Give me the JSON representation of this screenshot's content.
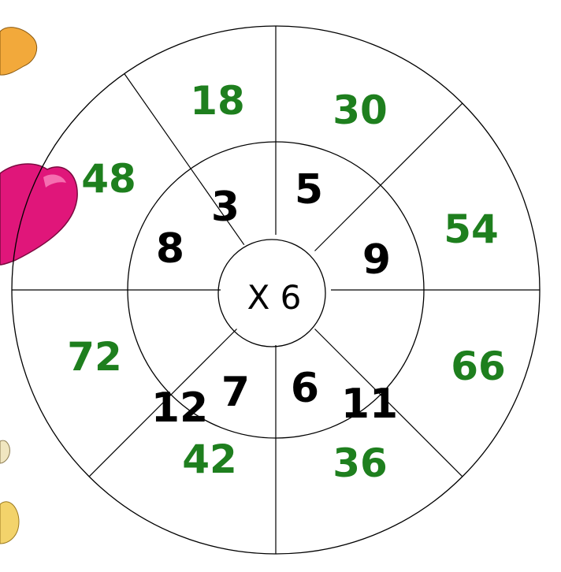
{
  "center": {
    "label": "X 6"
  },
  "inner_numbers": [
    "5",
    "9",
    "11",
    "6",
    "7",
    "12",
    "8",
    "3"
  ],
  "outer_numbers": [
    "30",
    "54",
    "66",
    "36",
    "42",
    "72",
    "48",
    "18"
  ],
  "colors": {
    "outer_text": "#1e7f1e",
    "inner_text": "#000000",
    "lines": "#000000",
    "heart": "#e0167a",
    "heart_highlight": "#f56fb0",
    "decor_orange": "#f2a93b",
    "decor_yellow": "#f3d36b"
  }
}
